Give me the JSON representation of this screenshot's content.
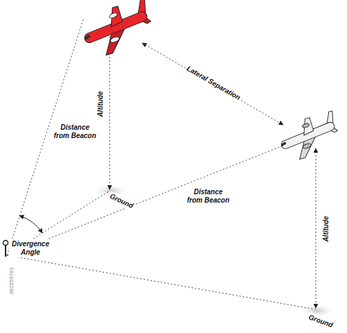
{
  "diagram": {
    "labels": [
      "Lateral Separation",
      "Distance from Beacon",
      "Altitude",
      "Ground",
      "Distance from Beacon",
      "Divergence Angle",
      "Altitude",
      "Ground",
      "382959761"
    ]
  }
}
